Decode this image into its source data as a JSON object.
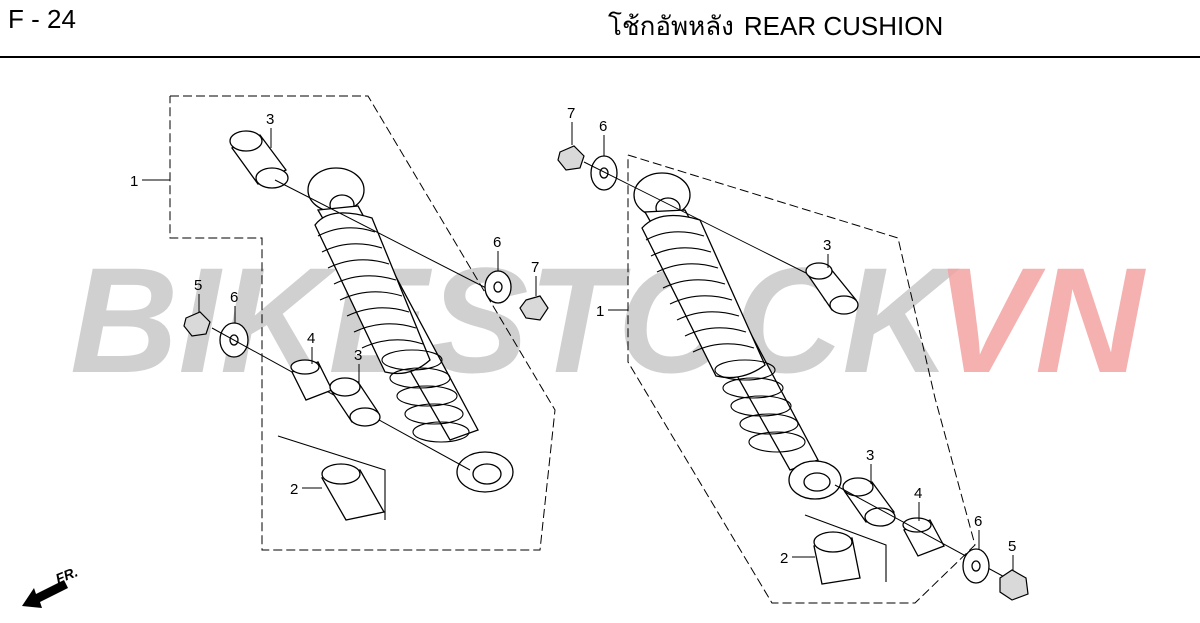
{
  "header": {
    "page_code": "F - 24",
    "title_thai": "โช้กอัพหลัง",
    "title_en": "REAR CUSHION"
  },
  "watermark": {
    "text_main": "BIKESTOCK",
    "text_accent": "VN",
    "color_main": "#c8c8c8",
    "color_accent": "#f4a3a3"
  },
  "front_indicator": {
    "label": "FR."
  },
  "callouts": {
    "left_1": "1",
    "left_3_top": "3",
    "left_6_right": "6",
    "left_7_right": "7",
    "left_5": "5",
    "left_6_left": "6",
    "left_4": "4",
    "left_3_bottom": "3",
    "left_2": "2",
    "right_7": "7",
    "right_6_top": "6",
    "right_3_top": "3",
    "right_1": "1",
    "right_3_bottom": "3",
    "right_4": "4",
    "right_6_bottom": "6",
    "right_5": "5",
    "right_2": "2"
  }
}
